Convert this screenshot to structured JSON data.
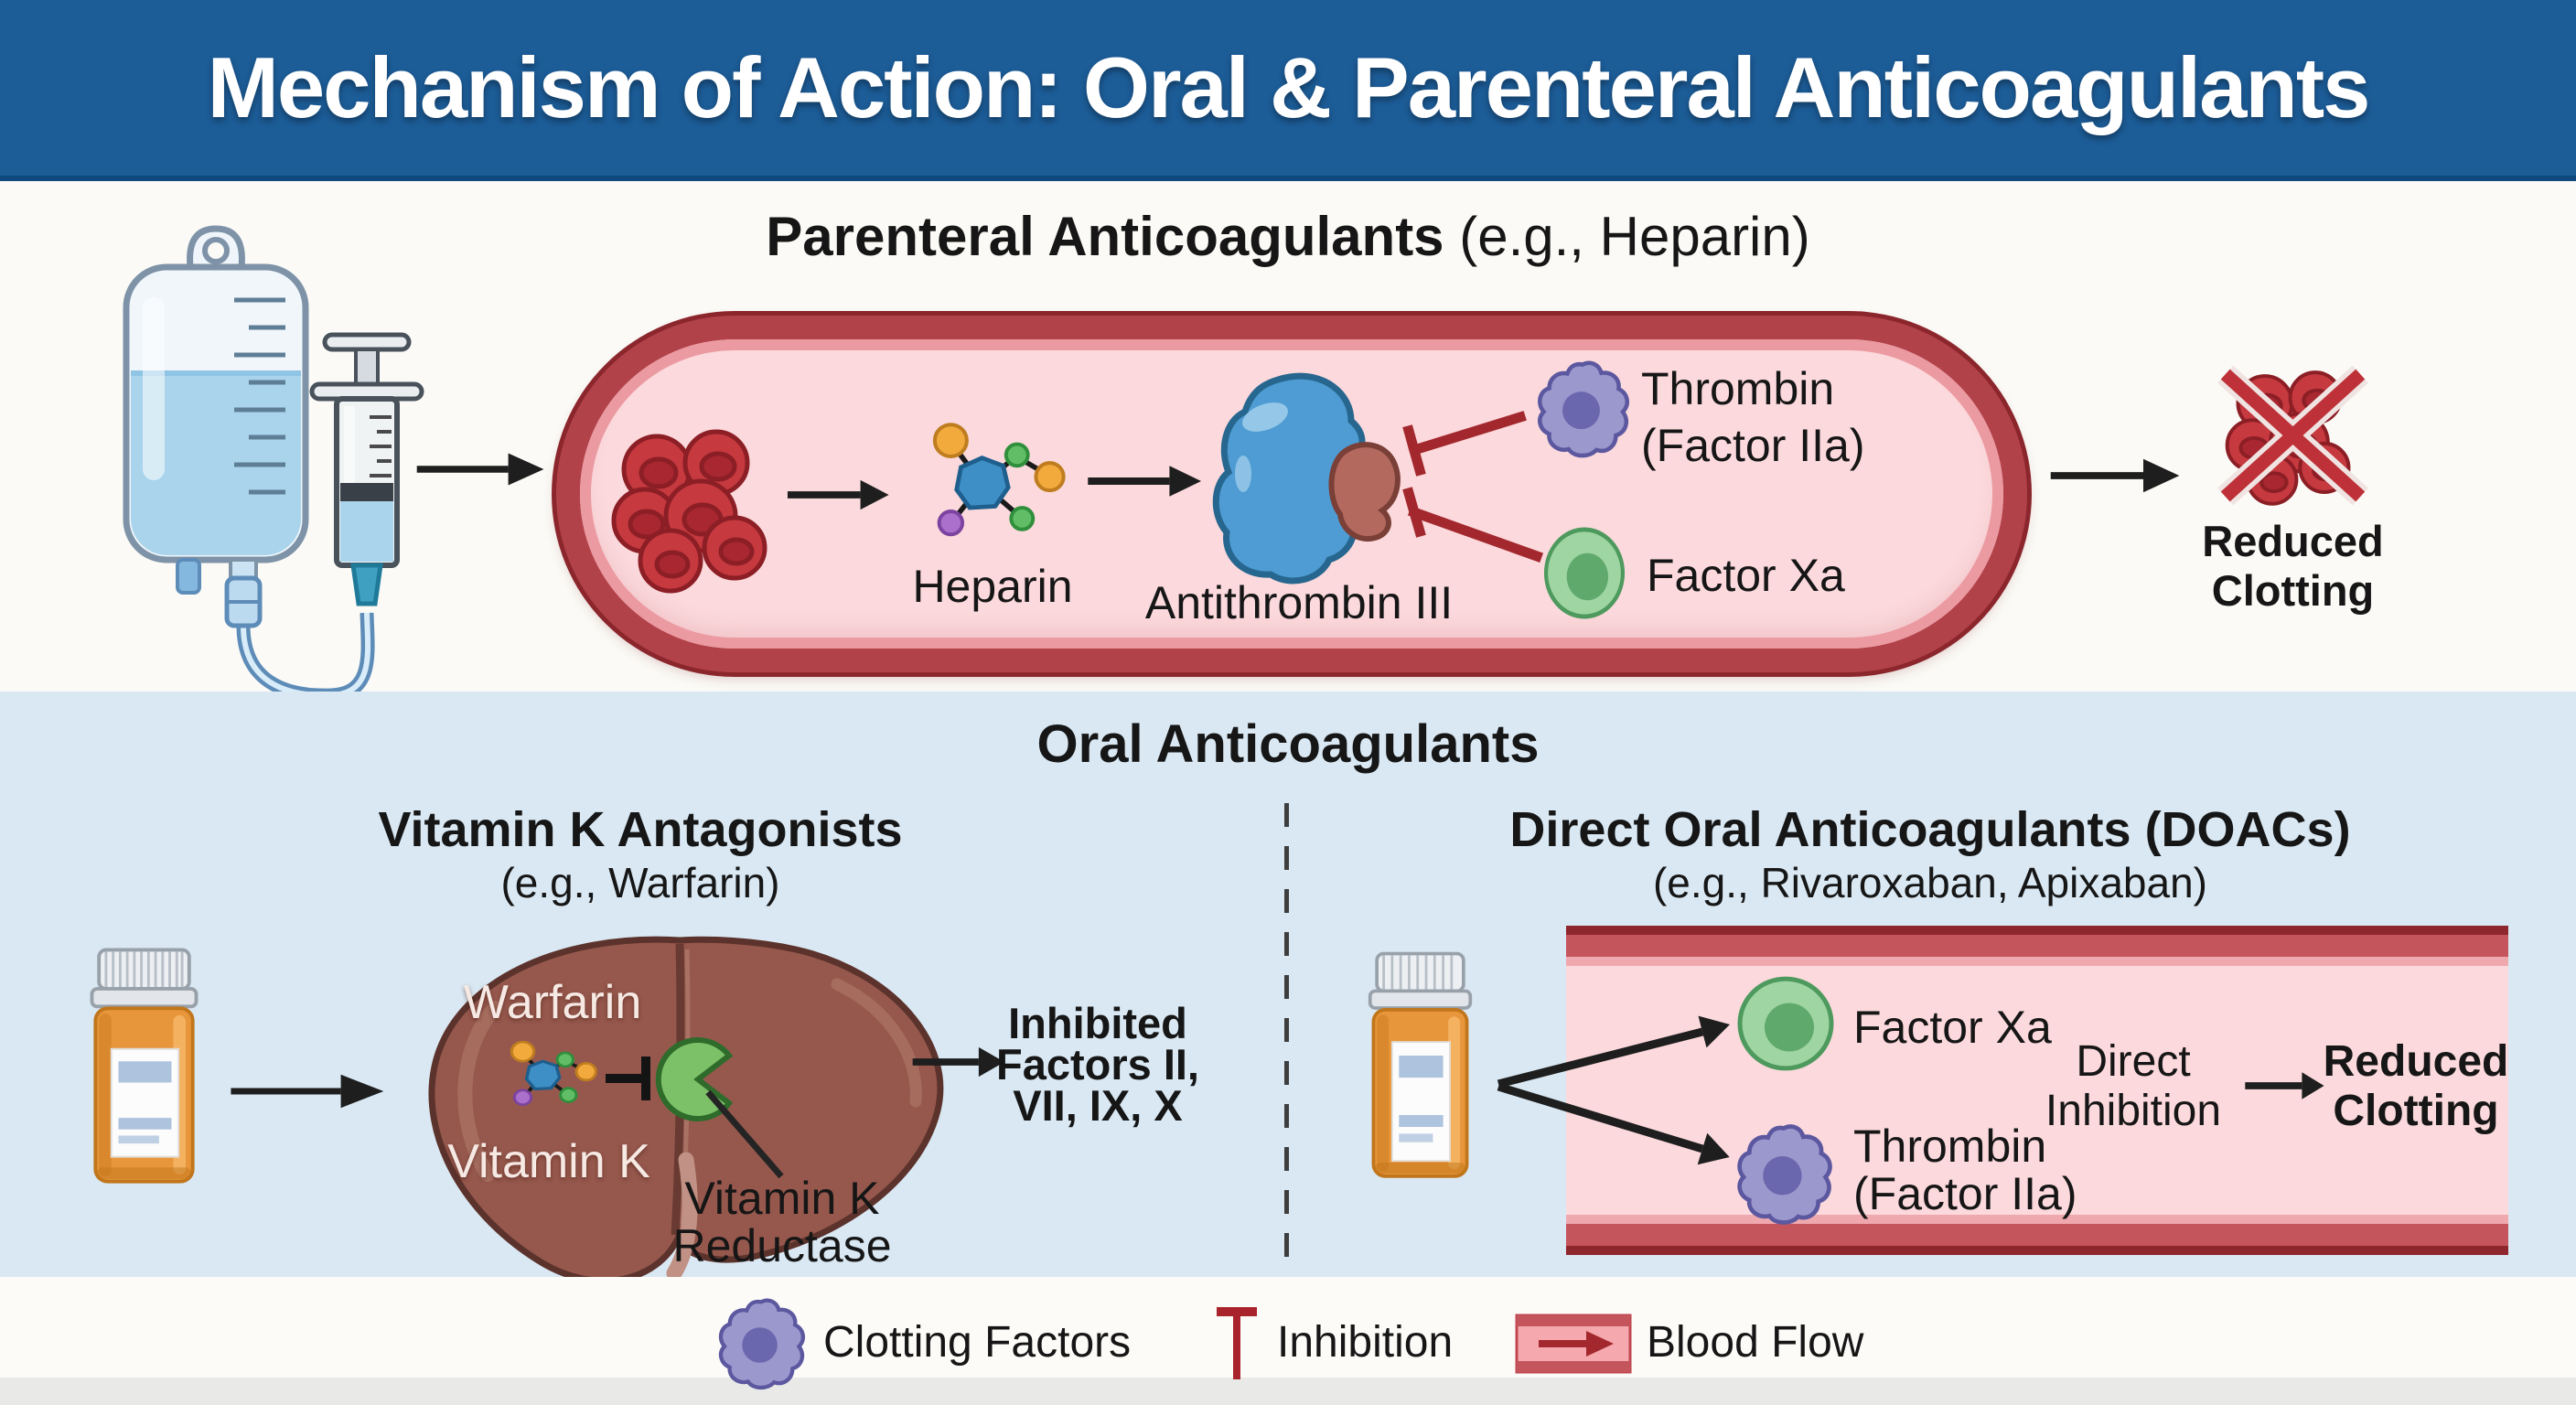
{
  "title": "Mechanism of Action: Oral & Parenteral Anticoagulants",
  "colors": {
    "header_bg": "#1C5C97",
    "parenteral_bg": "#FBFAF6",
    "oral_bg": "#D9E8F3",
    "vessel_wall": "#B2424A",
    "vessel_lumen": "#FBD9DC",
    "inhibition_red": "#A3282E",
    "arrow_black": "#1E1E1E",
    "thrombin_purple": "#9B98CE",
    "factor_xa_green": "#9FD5A2",
    "liver_brown": "#96584D",
    "enzyme_green": "#7CC168",
    "bottle_orange": "#E8963B"
  },
  "parenteral": {
    "heading_bold": "Parenteral Anticoagulants",
    "heading_normal": " (e.g., Heparin)",
    "heparin_label": "Heparin",
    "antithrombin_label": "Antithrombin III",
    "thrombin_label": [
      "Thrombin",
      "(Factor IIa)"
    ],
    "factor_xa_label": "Factor Xa",
    "reduced_clotting": [
      "Reduced",
      "Clotting"
    ]
  },
  "oral": {
    "heading": "Oral Anticoagulants",
    "vka": {
      "title": "Vitamin K Antagonists",
      "subtitle": "(e.g., Warfarin)",
      "warfarin_label": "Warfarin",
      "vitamin_k_label": "Vitamin K",
      "reductase_label": [
        "Vitamin K",
        "Reductase"
      ],
      "inhibited_label": [
        "Inhibited",
        "Factors II,",
        "VII, IX, X"
      ]
    },
    "doac": {
      "title": "Direct Oral Anticoagulants (DOACs)",
      "subtitle": "(e.g., Rivaroxaban, Apixaban)",
      "factor_xa_label": "Factor Xa",
      "thrombin_label": [
        "Thrombin",
        "(Factor IIa)"
      ],
      "direct_inhibition": [
        "Direct",
        "Inhibition"
      ],
      "reduced_clotting": [
        "Reduced",
        "Clotting"
      ]
    }
  },
  "legend": {
    "clotting_factors": "Clotting Factors",
    "inhibition": "Inhibition",
    "blood_flow": "Blood Flow"
  }
}
